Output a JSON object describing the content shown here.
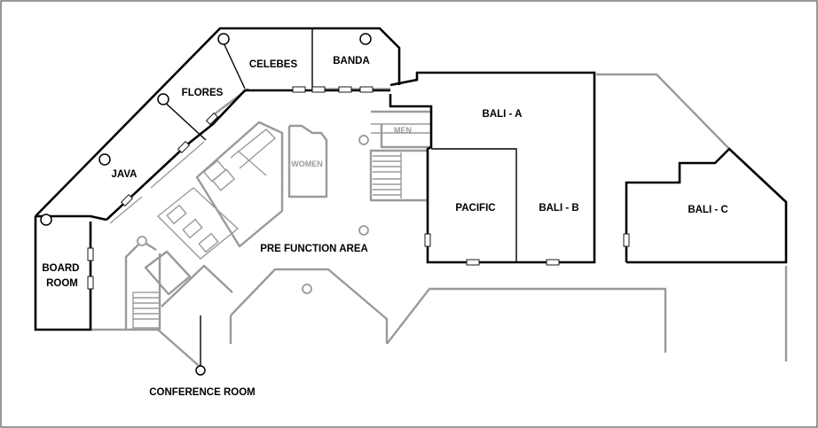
{
  "map": {
    "rooms": [
      {
        "id": "celebes",
        "label": "CELEBES"
      },
      {
        "id": "banda",
        "label": "BANDA"
      },
      {
        "id": "flores",
        "label": "FLORES"
      },
      {
        "id": "java",
        "label": "JAVA"
      },
      {
        "id": "board-room",
        "label": "BOARD\nROOM"
      },
      {
        "id": "bali-a",
        "label": "BALI - A"
      },
      {
        "id": "pacific",
        "label": "PACIFIC"
      },
      {
        "id": "bali-b",
        "label": "BALI - B"
      },
      {
        "id": "bali-c",
        "label": "BALI - C"
      },
      {
        "id": "men",
        "label": "MEN"
      },
      {
        "id": "women",
        "label": "WOMEN"
      },
      {
        "id": "pre-function-area",
        "label": "PRE FUNCTION AREA"
      },
      {
        "id": "conference-room",
        "label": "CONFERENCE ROOM"
      }
    ],
    "colors": {
      "walls": "#000000",
      "secondary": "#9a9a9a",
      "background": "#ffffff"
    }
  }
}
